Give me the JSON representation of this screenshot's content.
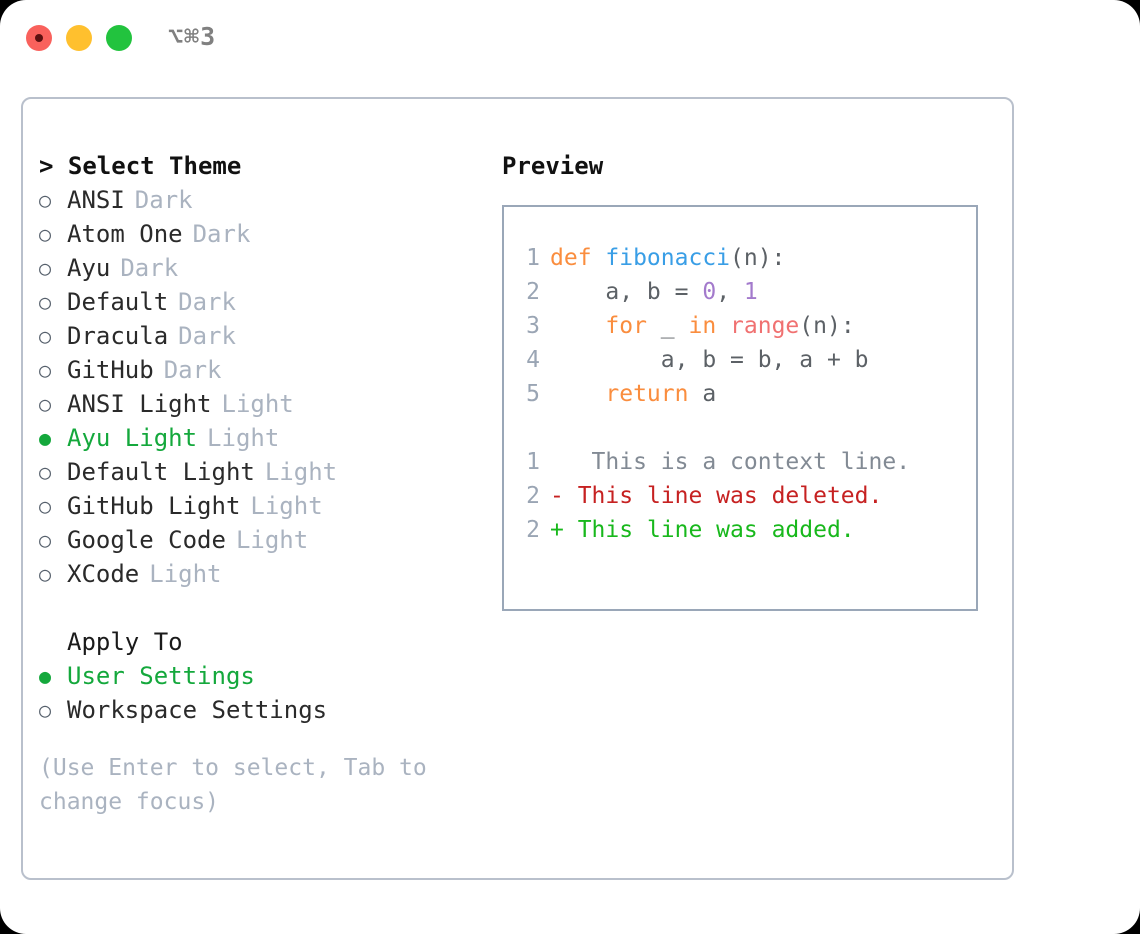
{
  "titlebar": {
    "shortcut": "⌥⌘3",
    "buttons": [
      "close",
      "minimize",
      "zoom"
    ],
    "colors": {
      "close": "#f9615c",
      "minimize": "#ffc02e",
      "zoom": "#22c33e"
    }
  },
  "theme_list": {
    "heading": "> Select Theme",
    "selected_index": 7,
    "items": [
      {
        "bullet": "○",
        "name": "ANSI",
        "variant": "Dark",
        "selected": false
      },
      {
        "bullet": "○",
        "name": "Atom One",
        "variant": "Dark",
        "selected": false
      },
      {
        "bullet": "○",
        "name": "Ayu",
        "variant": "Dark",
        "selected": false
      },
      {
        "bullet": "○",
        "name": "Default",
        "variant": "Dark",
        "selected": false
      },
      {
        "bullet": "○",
        "name": "Dracula",
        "variant": "Dark",
        "selected": false
      },
      {
        "bullet": "○",
        "name": "GitHub",
        "variant": "Dark",
        "selected": false
      },
      {
        "bullet": "○",
        "name": "ANSI Light",
        "variant": "Light",
        "selected": false
      },
      {
        "bullet": "●",
        "name": "Ayu Light",
        "variant": "Light",
        "selected": true
      },
      {
        "bullet": "○",
        "name": "Default Light",
        "variant": "Light",
        "selected": false
      },
      {
        "bullet": "○",
        "name": "GitHub Light",
        "variant": "Light",
        "selected": false
      },
      {
        "bullet": "○",
        "name": "Google Code",
        "variant": "Light",
        "selected": false
      },
      {
        "bullet": "○",
        "name": "XCode",
        "variant": "Light",
        "selected": false
      }
    ]
  },
  "apply_to": {
    "heading": "Apply To",
    "items": [
      {
        "bullet": "●",
        "name": "User Settings",
        "selected": true
      },
      {
        "bullet": "○",
        "name": "Workspace Settings",
        "selected": false
      }
    ]
  },
  "hint": "(Use Enter to select, Tab to change focus)",
  "preview": {
    "heading": "Preview",
    "code_lines": [
      {
        "no": "1",
        "tokens": [
          {
            "t": "def ",
            "c": "kw"
          },
          {
            "t": "fibonacci",
            "c": "fn"
          },
          {
            "t": "(n):",
            "c": "txt"
          }
        ]
      },
      {
        "no": "2",
        "tokens": [
          {
            "t": "    a, b = ",
            "c": "txt"
          },
          {
            "t": "0",
            "c": "num"
          },
          {
            "t": ", ",
            "c": "txt"
          },
          {
            "t": "1",
            "c": "num"
          }
        ]
      },
      {
        "no": "3",
        "tokens": [
          {
            "t": "    ",
            "c": "txt"
          },
          {
            "t": "for",
            "c": "kw"
          },
          {
            "t": " _ ",
            "c": "txt"
          },
          {
            "t": "in",
            "c": "kw"
          },
          {
            "t": " ",
            "c": "txt"
          },
          {
            "t": "range",
            "c": "call"
          },
          {
            "t": "(n):",
            "c": "txt"
          }
        ]
      },
      {
        "no": "4",
        "tokens": [
          {
            "t": "        a, b = b, a + b",
            "c": "txt"
          }
        ]
      },
      {
        "no": "5",
        "tokens": [
          {
            "t": "    ",
            "c": "txt"
          },
          {
            "t": "return",
            "c": "kw"
          },
          {
            "t": " a",
            "c": "txt"
          }
        ]
      }
    ],
    "diff_lines": [
      {
        "no": "1",
        "marker": " ",
        "text": "  This is a context line.",
        "kind": "ctx"
      },
      {
        "no": "2",
        "marker": "-",
        "text": " This line was deleted.",
        "kind": "del"
      },
      {
        "no": "2",
        "marker": "+",
        "text": " This line was added.",
        "kind": "add"
      }
    ]
  },
  "colors": {
    "accent_green": "#14a83c",
    "keyword": "#fa8d3e",
    "function": "#399ee6",
    "number": "#a37acc",
    "call": "#f07171",
    "diff_deleted": "#c62121",
    "diff_added": "#18b81c",
    "muted": "#aab3c0",
    "border": "#9aa7b8"
  }
}
